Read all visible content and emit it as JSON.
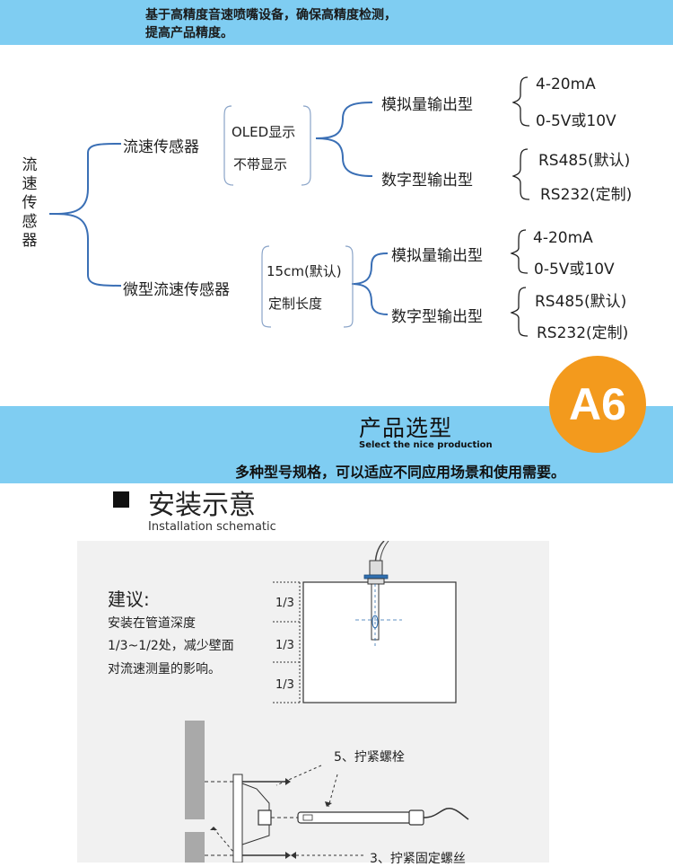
{
  "top_banner": {
    "line1": "基于高精度音速喷嘴设备，确保高精度检测，",
    "line2": "提高产品精度。"
  },
  "tree": {
    "root": "流速传感器",
    "branch_a": {
      "label": "流速传感器",
      "display_options": [
        "OLED显示",
        "不带显示"
      ],
      "outputs": {
        "analog": {
          "label": "模拟量输出型",
          "options": [
            "4-20mA",
            "0-5V或10V"
          ]
        },
        "digital": {
          "label": "数字型输出型",
          "options": [
            "RS485(默认)",
            "RS232(定制)"
          ]
        }
      }
    },
    "branch_b": {
      "label": "微型流速传感器",
      "length_options": [
        "15cm(默认)",
        "定制长度"
      ],
      "outputs": {
        "analog": {
          "label": "模拟量输出型",
          "options": [
            "4-20mA",
            "0-5V或10V"
          ]
        },
        "digital": {
          "label": "数字型输出型",
          "options": [
            "RS485(默认)",
            "RS232(定制)"
          ]
        }
      }
    }
  },
  "product_banner": {
    "title": "产品选型",
    "subtitle": "Select the nice production",
    "description": "多种型号规格，可以适应不同应用场景和使用需要。",
    "badge": "A6"
  },
  "installation": {
    "title": "安装示意",
    "subtitle": "Installation schematic",
    "advice_title": "建议:",
    "advice_lines": [
      "安装在管道深度",
      "1/3~1/2处，减少壁面",
      "对流速测量的影响。"
    ],
    "depth_marks": [
      "1/3",
      "1/3",
      "1/3"
    ],
    "callout_5": "5、拧紧螺栓",
    "callout_3": "3、拧紧固定螺丝"
  },
  "colors": {
    "banner": "#7fcdf2",
    "badge": "#f39a1d",
    "bracket": "#3a6fb5",
    "panel": "#f1f1f1"
  }
}
